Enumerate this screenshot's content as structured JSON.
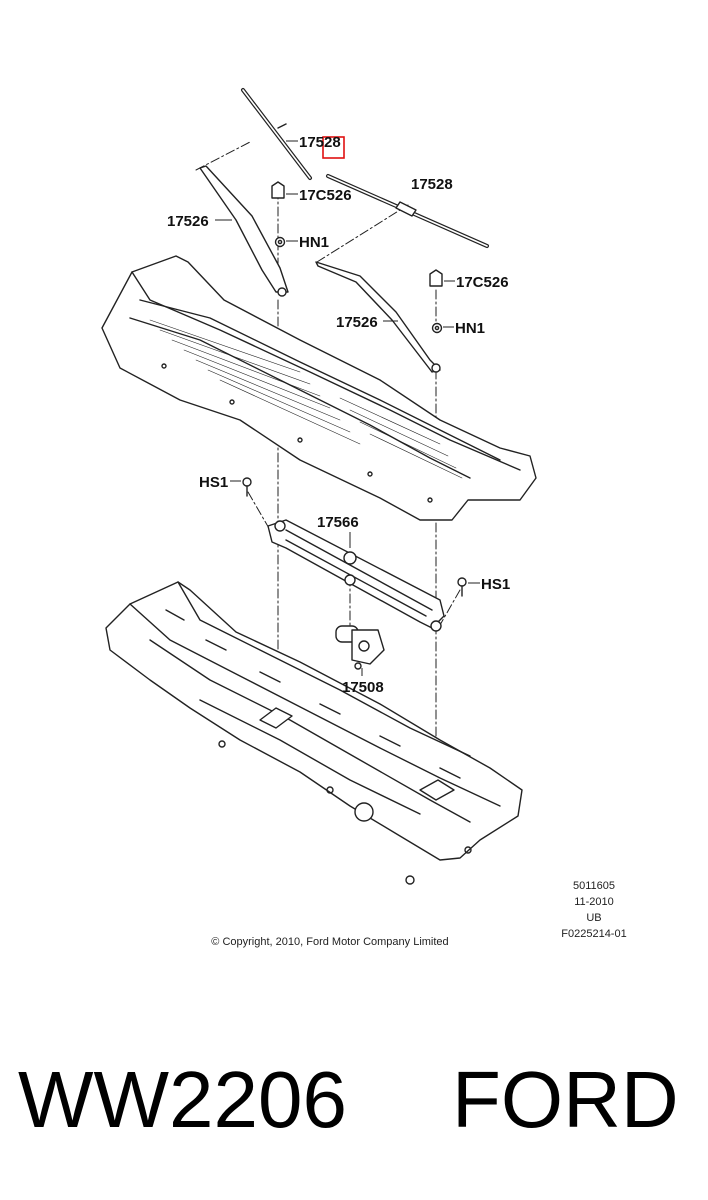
{
  "callouts": {
    "c1": "17528",
    "c2": "17528",
    "c3": "17C526",
    "c4": "17526",
    "c5": "HN1",
    "c6": "17C526",
    "c7": "17526",
    "c8": "HN1",
    "c9": "HS1",
    "c10": "17566",
    "c11": "HS1",
    "c12": "17508"
  },
  "meta": {
    "line1": "5011605",
    "line2": "11-2010",
    "line3": "UB",
    "line4": "F0225214-01"
  },
  "copyright": "© Copyright, 2010, Ford Motor Company Limited",
  "footer": {
    "part_number": "WW2206",
    "brand": "FORD"
  },
  "colors": {
    "highlight": "#e01010",
    "line": "#222222"
  }
}
